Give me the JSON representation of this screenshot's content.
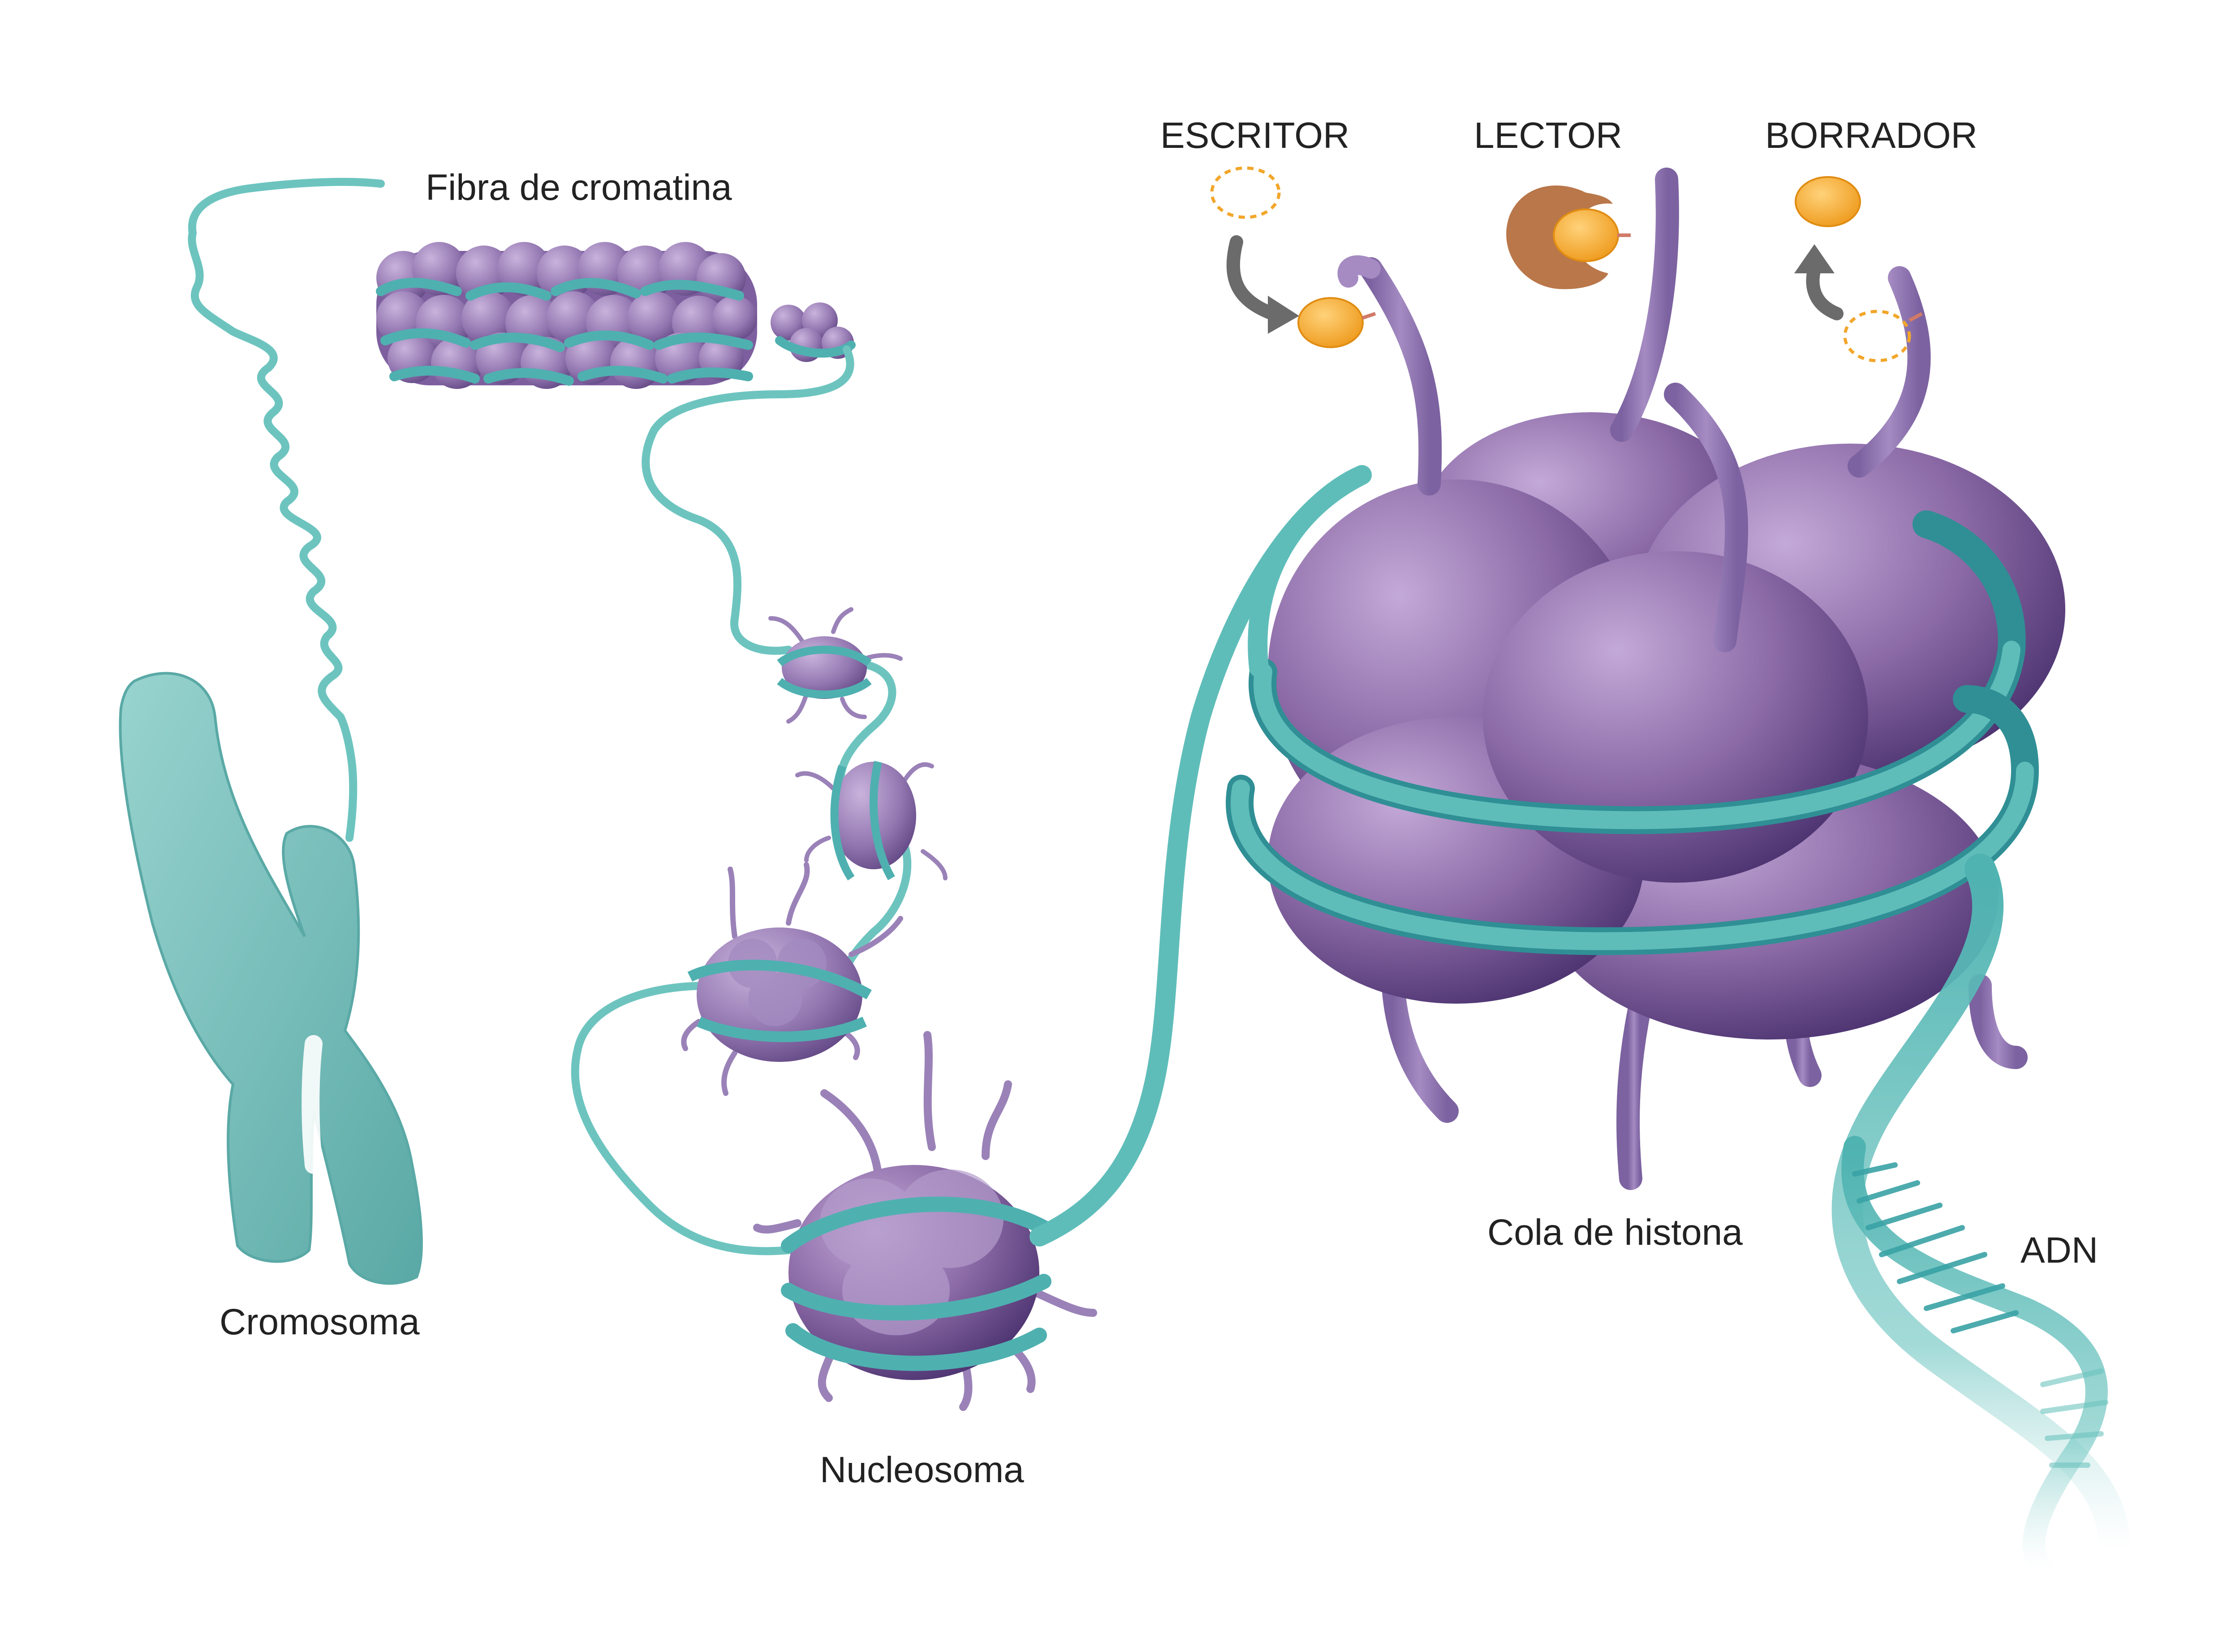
{
  "labels": {
    "chromatin_fiber": "Fibra de cromatina",
    "chromosome": "Cromosoma",
    "nucleosome": "Nucleosoma",
    "writer": "ESCRITOR",
    "reader": "LECTOR",
    "eraser": "BORRADOR",
    "histone_tail": "Cola de histona",
    "dna": "ADN"
  },
  "colors": {
    "dna_teal": "#5fbdb9",
    "dna_teal_dark": "#2f8f95",
    "chromosome": "#7ec5c1",
    "histone_purple": "#8b6aa6",
    "histone_dark": "#5a3f7c",
    "tail_purple": "#9a82b8",
    "modifier_orange": "#f2a62a",
    "reader_brown": "#b9774a",
    "arrow_gray": "#6b6b6b",
    "text": "#222222"
  },
  "icons": [
    "chromosome-icon",
    "chromatin-fiber-icon",
    "nucleosome-icon",
    "histone-octamer-icon",
    "dna-helix-icon",
    "writer-enzyme-icon",
    "reader-protein-icon",
    "eraser-enzyme-icon"
  ]
}
